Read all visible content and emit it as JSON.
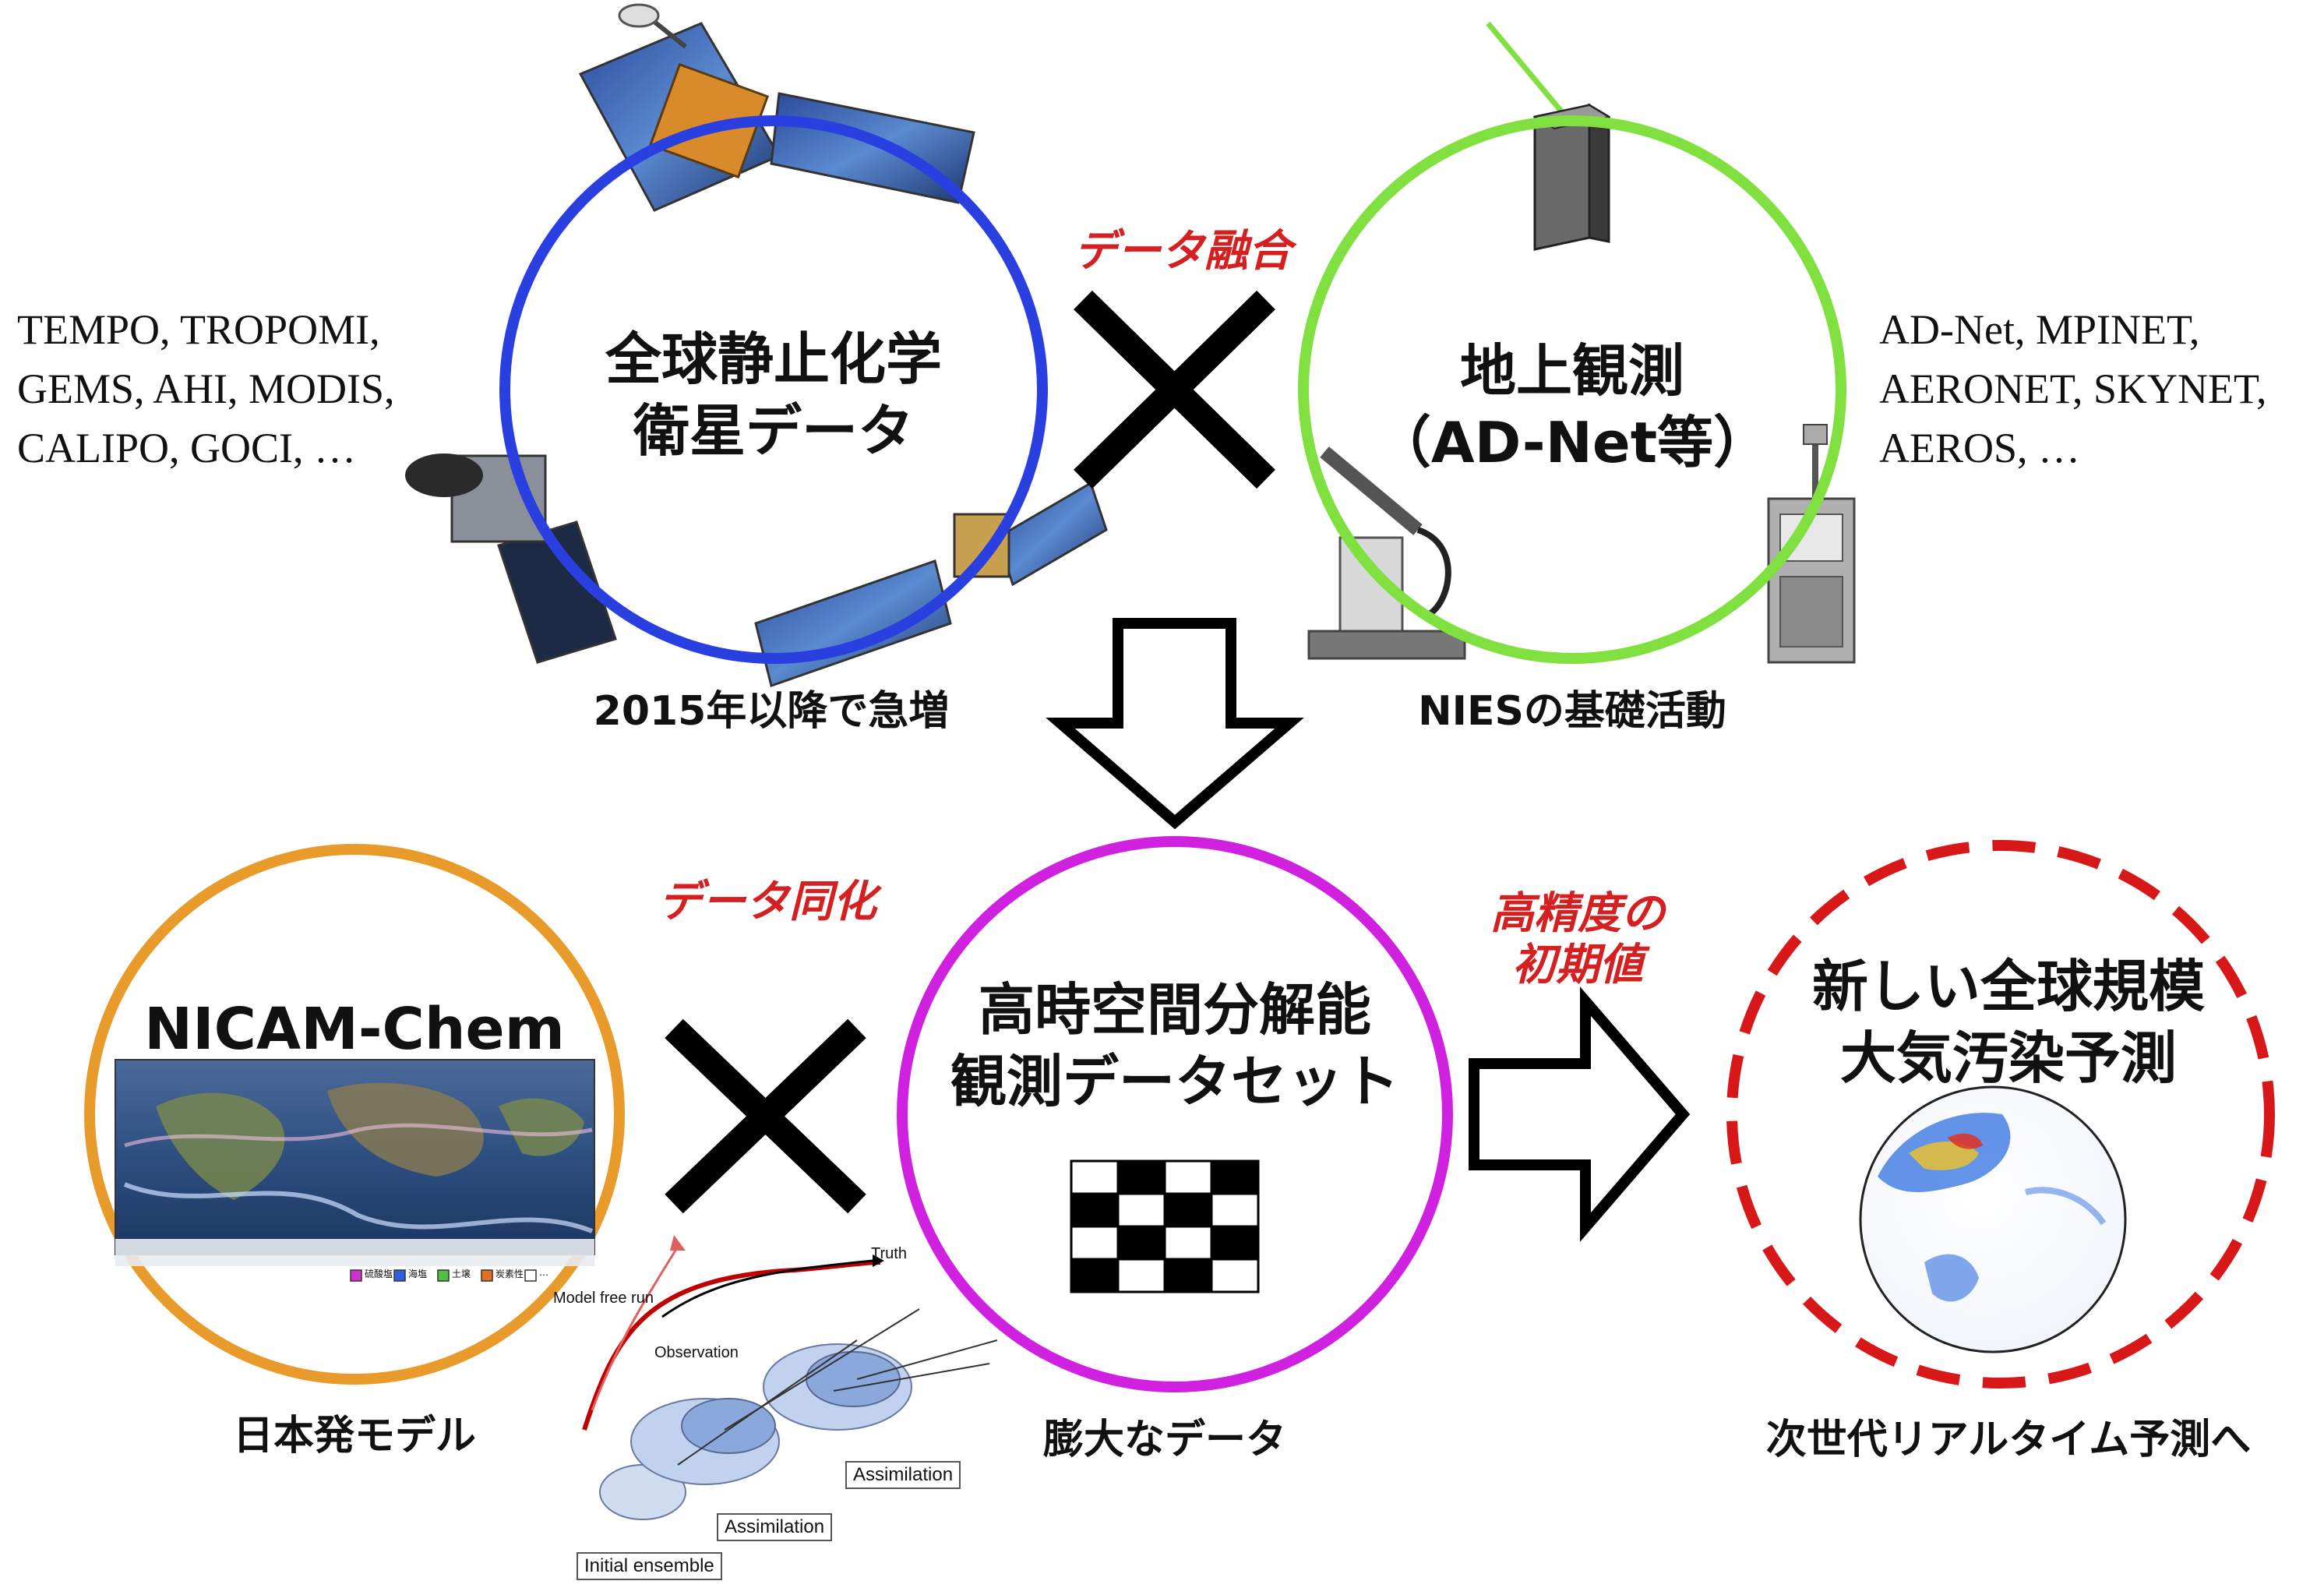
{
  "satellite_circle": {
    "title_line1": "全球静止化学",
    "title_line2": "衛星データ",
    "caption": "2015年以降で急増",
    "missions": [
      "TEMPO, TROPOMI,",
      "GEMS, AHI, MODIS,",
      "CALIPO, GOCI, …"
    ],
    "color": "#2a3fe0"
  },
  "ground_circle": {
    "title_line1": "地上観測",
    "title_line2": "（AD-Net等）",
    "caption": "NIESの基礎活動",
    "networks": [
      "AD-Net, MPINET,",
      "AERONET, SKYNET,",
      "AEROS, …"
    ],
    "color": "#7fe040"
  },
  "fusion_label": "データ融合",
  "model_circle": {
    "title": "NICAM-Chem",
    "caption": "日本発モデル",
    "legend": [
      "硫酸塩",
      "海塩",
      "土壌",
      "炭素性",
      "…"
    ],
    "legend_colors": [
      "#d030d0",
      "#3060e0",
      "#50c040",
      "#e07020",
      "#ffffff"
    ],
    "color": "#e89a2a"
  },
  "assimilation_label": "データ同化",
  "obs_circle": {
    "title_line1": "高時空間分解能",
    "title_line2": "観測データセット",
    "caption": "膨大なデータ",
    "color": "#d020e0"
  },
  "initial_value_label": [
    "高精度の",
    "初期値"
  ],
  "forecast_circle": {
    "title_line1": "新しい全球規模",
    "title_line2": "大気汚染予測",
    "caption": "次世代リアルタイム予測へ",
    "color": "#d81818"
  },
  "assimilation_diagram": {
    "truth": "Truth",
    "model_free_run": "Model free run",
    "observation": "Observation",
    "assimilation_1": "Assimilation",
    "assimilation_2": "Assimilation",
    "initial_ensemble": "Initial ensemble"
  }
}
